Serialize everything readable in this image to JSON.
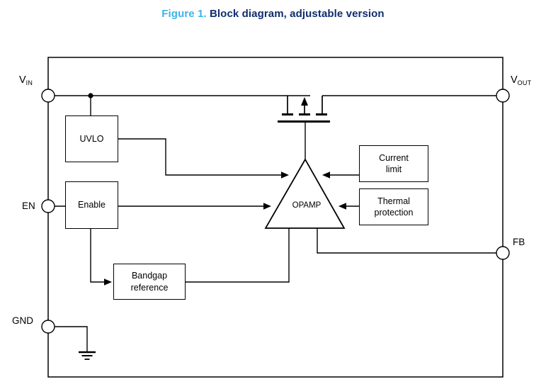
{
  "figure": {
    "label": "Figure 1.",
    "title": "Block diagram, adjustable version"
  },
  "pins": {
    "vin": {
      "main": "V",
      "sub": "IN"
    },
    "vout": {
      "main": "V",
      "sub": "OUT"
    },
    "en": "EN",
    "fb": "FB",
    "gnd": "GND"
  },
  "blocks": {
    "uvlo": "UVLO",
    "enable": "Enable",
    "bandgap_line1": "Bandgap",
    "bandgap_line2": "reference",
    "current_limit_line1": "Current",
    "current_limit_line2": "limit",
    "thermal_line1": "Thermal",
    "thermal_line2": "protection",
    "opamp": "OPAMP"
  },
  "colors": {
    "figure_label_blue": "#3CB4E6",
    "figure_title_navy": "#0F2D6E",
    "line": "#000000",
    "background": "#FFFFFF"
  }
}
